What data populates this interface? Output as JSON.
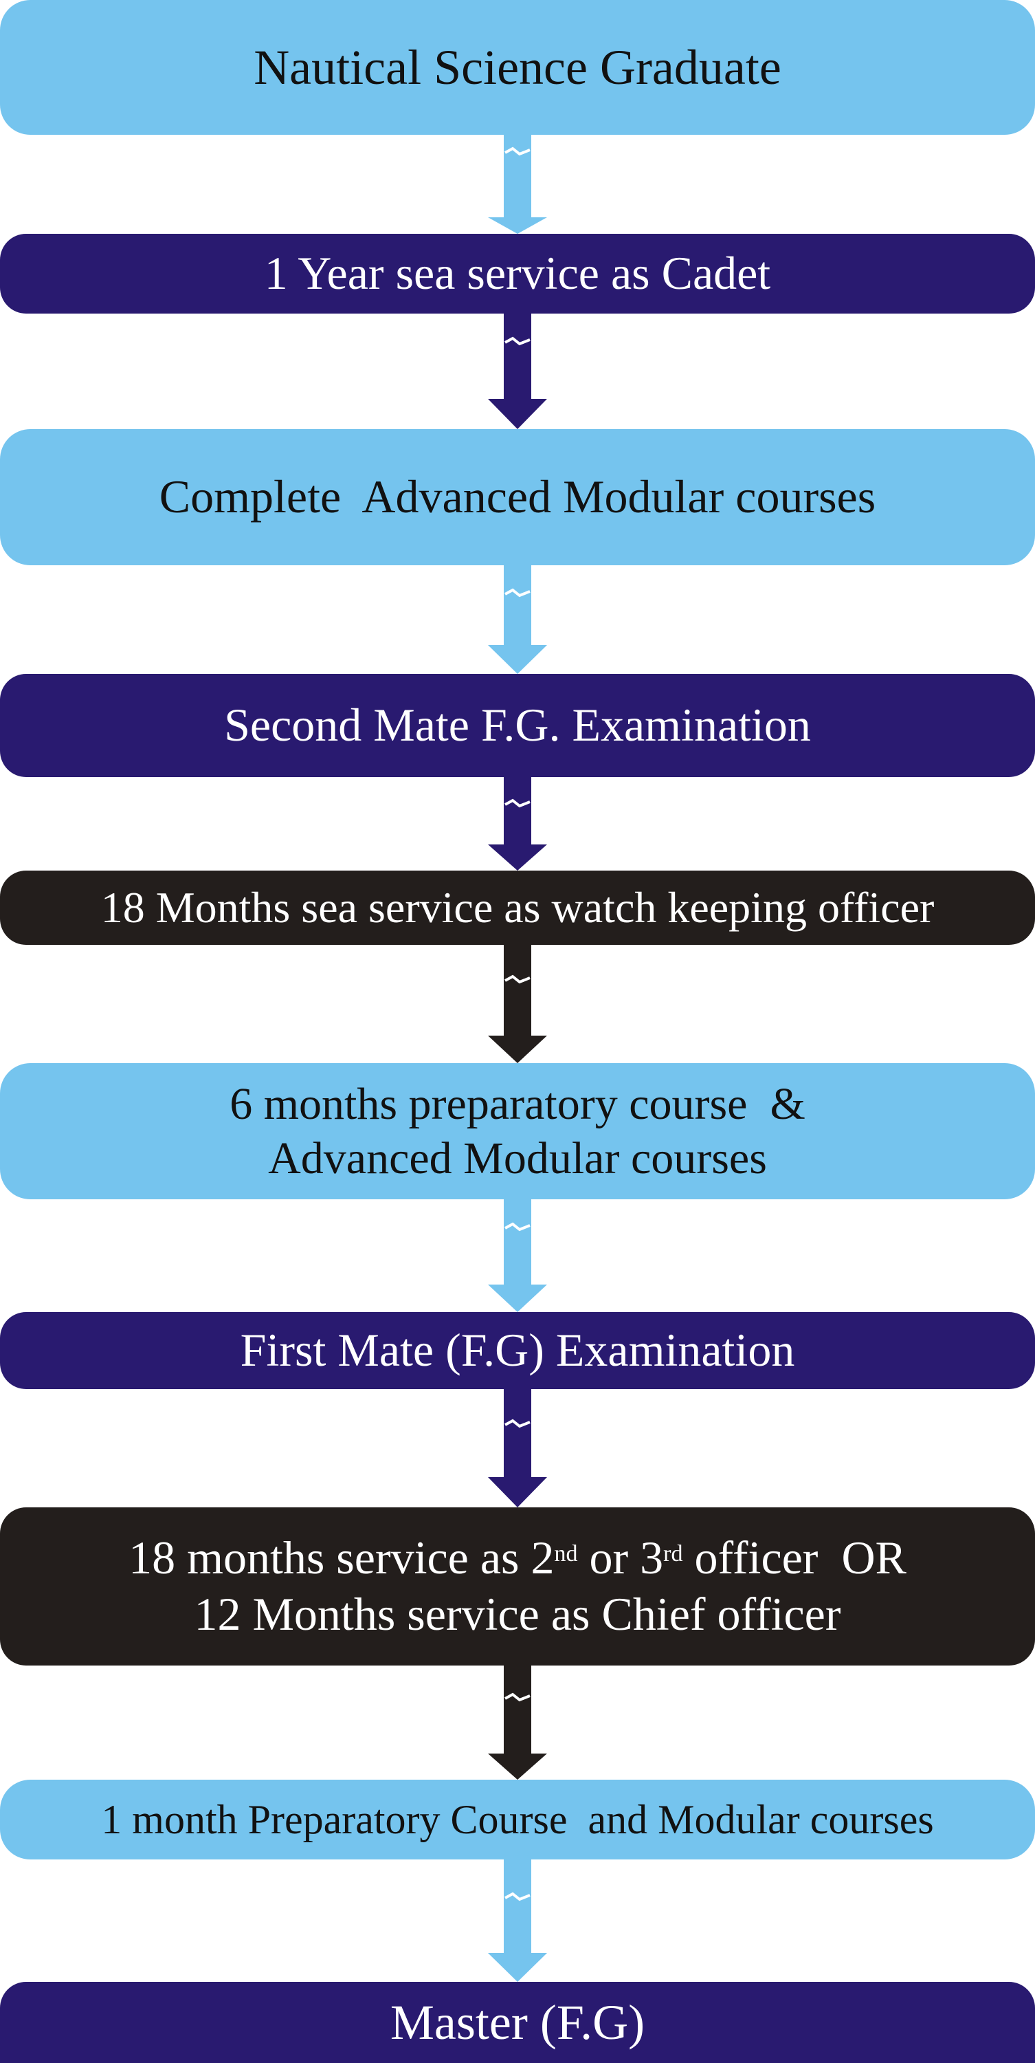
{
  "steps": [
    {
      "id": "nautical-science-graduate",
      "lines": [
        "Nautical Science Graduate"
      ],
      "fill": "#75c4ee",
      "text_color": "#111111"
    },
    {
      "id": "cadet-sea-service",
      "lines": [
        "1 Year sea service as Cadet"
      ],
      "fill": "#291a70",
      "text_color": "#ffffff"
    },
    {
      "id": "advanced-modular-courses",
      "lines": [
        "Complete  Advanced Modular courses"
      ],
      "fill": "#75c4ee",
      "text_color": "#111111"
    },
    {
      "id": "second-mate-exam",
      "lines": [
        "Second Mate F.G. Examination"
      ],
      "fill": "#291a70",
      "text_color": "#ffffff"
    },
    {
      "id": "watch-keeping-service",
      "lines": [
        "18 Months sea service as watch keeping officer"
      ],
      "fill": "#231e1c",
      "text_color": "#ffffff"
    },
    {
      "id": "preparatory-course-6-months",
      "lines": [
        "6 months preparatory course  &",
        "Advanced Modular courses"
      ],
      "fill": "#75c4ee",
      "text_color": "#111111"
    },
    {
      "id": "first-mate-exam",
      "lines": [
        "First Mate (F.G) Examination"
      ],
      "fill": "#291a70",
      "text_color": "#ffffff"
    },
    {
      "id": "officer-service",
      "line1": {
        "a": "18 months service as 2",
        "a_sup": "nd",
        "b": " or 3",
        "b_sup": "rd",
        "c": " officer  OR"
      },
      "line2": "12 Months service as Chief officer",
      "fill": "#231e1c",
      "text_color": "#ffffff"
    },
    {
      "id": "preparatory-course-1-month",
      "lines": [
        "1 month Preparatory Course  and Modular courses"
      ],
      "fill": "#75c4ee",
      "text_color": "#111111"
    },
    {
      "id": "master",
      "lines": [
        "Master (F.G)"
      ],
      "fill": "#291a70",
      "text_color": "#ffffff"
    }
  ],
  "arrow_colors": [
    "#75c4ee",
    "#291a70",
    "#75c4ee",
    "#291a70",
    "#231e1c",
    "#75c4ee",
    "#291a70",
    "#231e1c",
    "#75c4ee"
  ]
}
